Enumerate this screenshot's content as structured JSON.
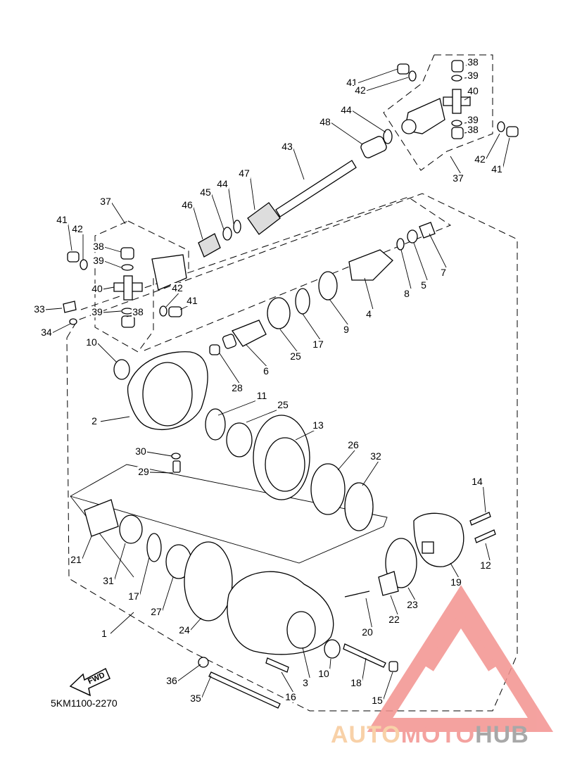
{
  "diagram": {
    "code": "5KM1100-2270",
    "fwd": "FWD",
    "watermark": {
      "part1": "AUTO",
      "part2": "MOTO",
      "part3": "HUB",
      "color_light": "#f7c99a",
      "color_red": "#f3928f",
      "color_gray": "#9a9a9a"
    },
    "callouts": [
      {
        "n": "38"
      },
      {
        "n": "39"
      },
      {
        "n": "41"
      },
      {
        "n": "42"
      },
      {
        "n": "40"
      },
      {
        "n": "39"
      },
      {
        "n": "38"
      },
      {
        "n": "44"
      },
      {
        "n": "48"
      },
      {
        "n": "42"
      },
      {
        "n": "41"
      },
      {
        "n": "37"
      },
      {
        "n": "43"
      },
      {
        "n": "47"
      },
      {
        "n": "44"
      },
      {
        "n": "45"
      },
      {
        "n": "46"
      },
      {
        "n": "37"
      },
      {
        "n": "41"
      },
      {
        "n": "42"
      },
      {
        "n": "38"
      },
      {
        "n": "39"
      },
      {
        "n": "40"
      },
      {
        "n": "42"
      },
      {
        "n": "41"
      },
      {
        "n": "39"
      },
      {
        "n": "38"
      },
      {
        "n": "33"
      },
      {
        "n": "34"
      },
      {
        "n": "7"
      },
      {
        "n": "5"
      },
      {
        "n": "8"
      },
      {
        "n": "4"
      },
      {
        "n": "9"
      },
      {
        "n": "17"
      },
      {
        "n": "25"
      },
      {
        "n": "6"
      },
      {
        "n": "28"
      },
      {
        "n": "10"
      },
      {
        "n": "2"
      },
      {
        "n": "11"
      },
      {
        "n": "25"
      },
      {
        "n": "13"
      },
      {
        "n": "26"
      },
      {
        "n": "32"
      },
      {
        "n": "30"
      },
      {
        "n": "29"
      },
      {
        "n": "14"
      },
      {
        "n": "12"
      },
      {
        "n": "19"
      },
      {
        "n": "21"
      },
      {
        "n": "31"
      },
      {
        "n": "17"
      },
      {
        "n": "27"
      },
      {
        "n": "24"
      },
      {
        "n": "1"
      },
      {
        "n": "23"
      },
      {
        "n": "22"
      },
      {
        "n": "20"
      },
      {
        "n": "36"
      },
      {
        "n": "3"
      },
      {
        "n": "10"
      },
      {
        "n": "18"
      },
      {
        "n": "16"
      },
      {
        "n": "15"
      },
      {
        "n": "35"
      }
    ]
  }
}
